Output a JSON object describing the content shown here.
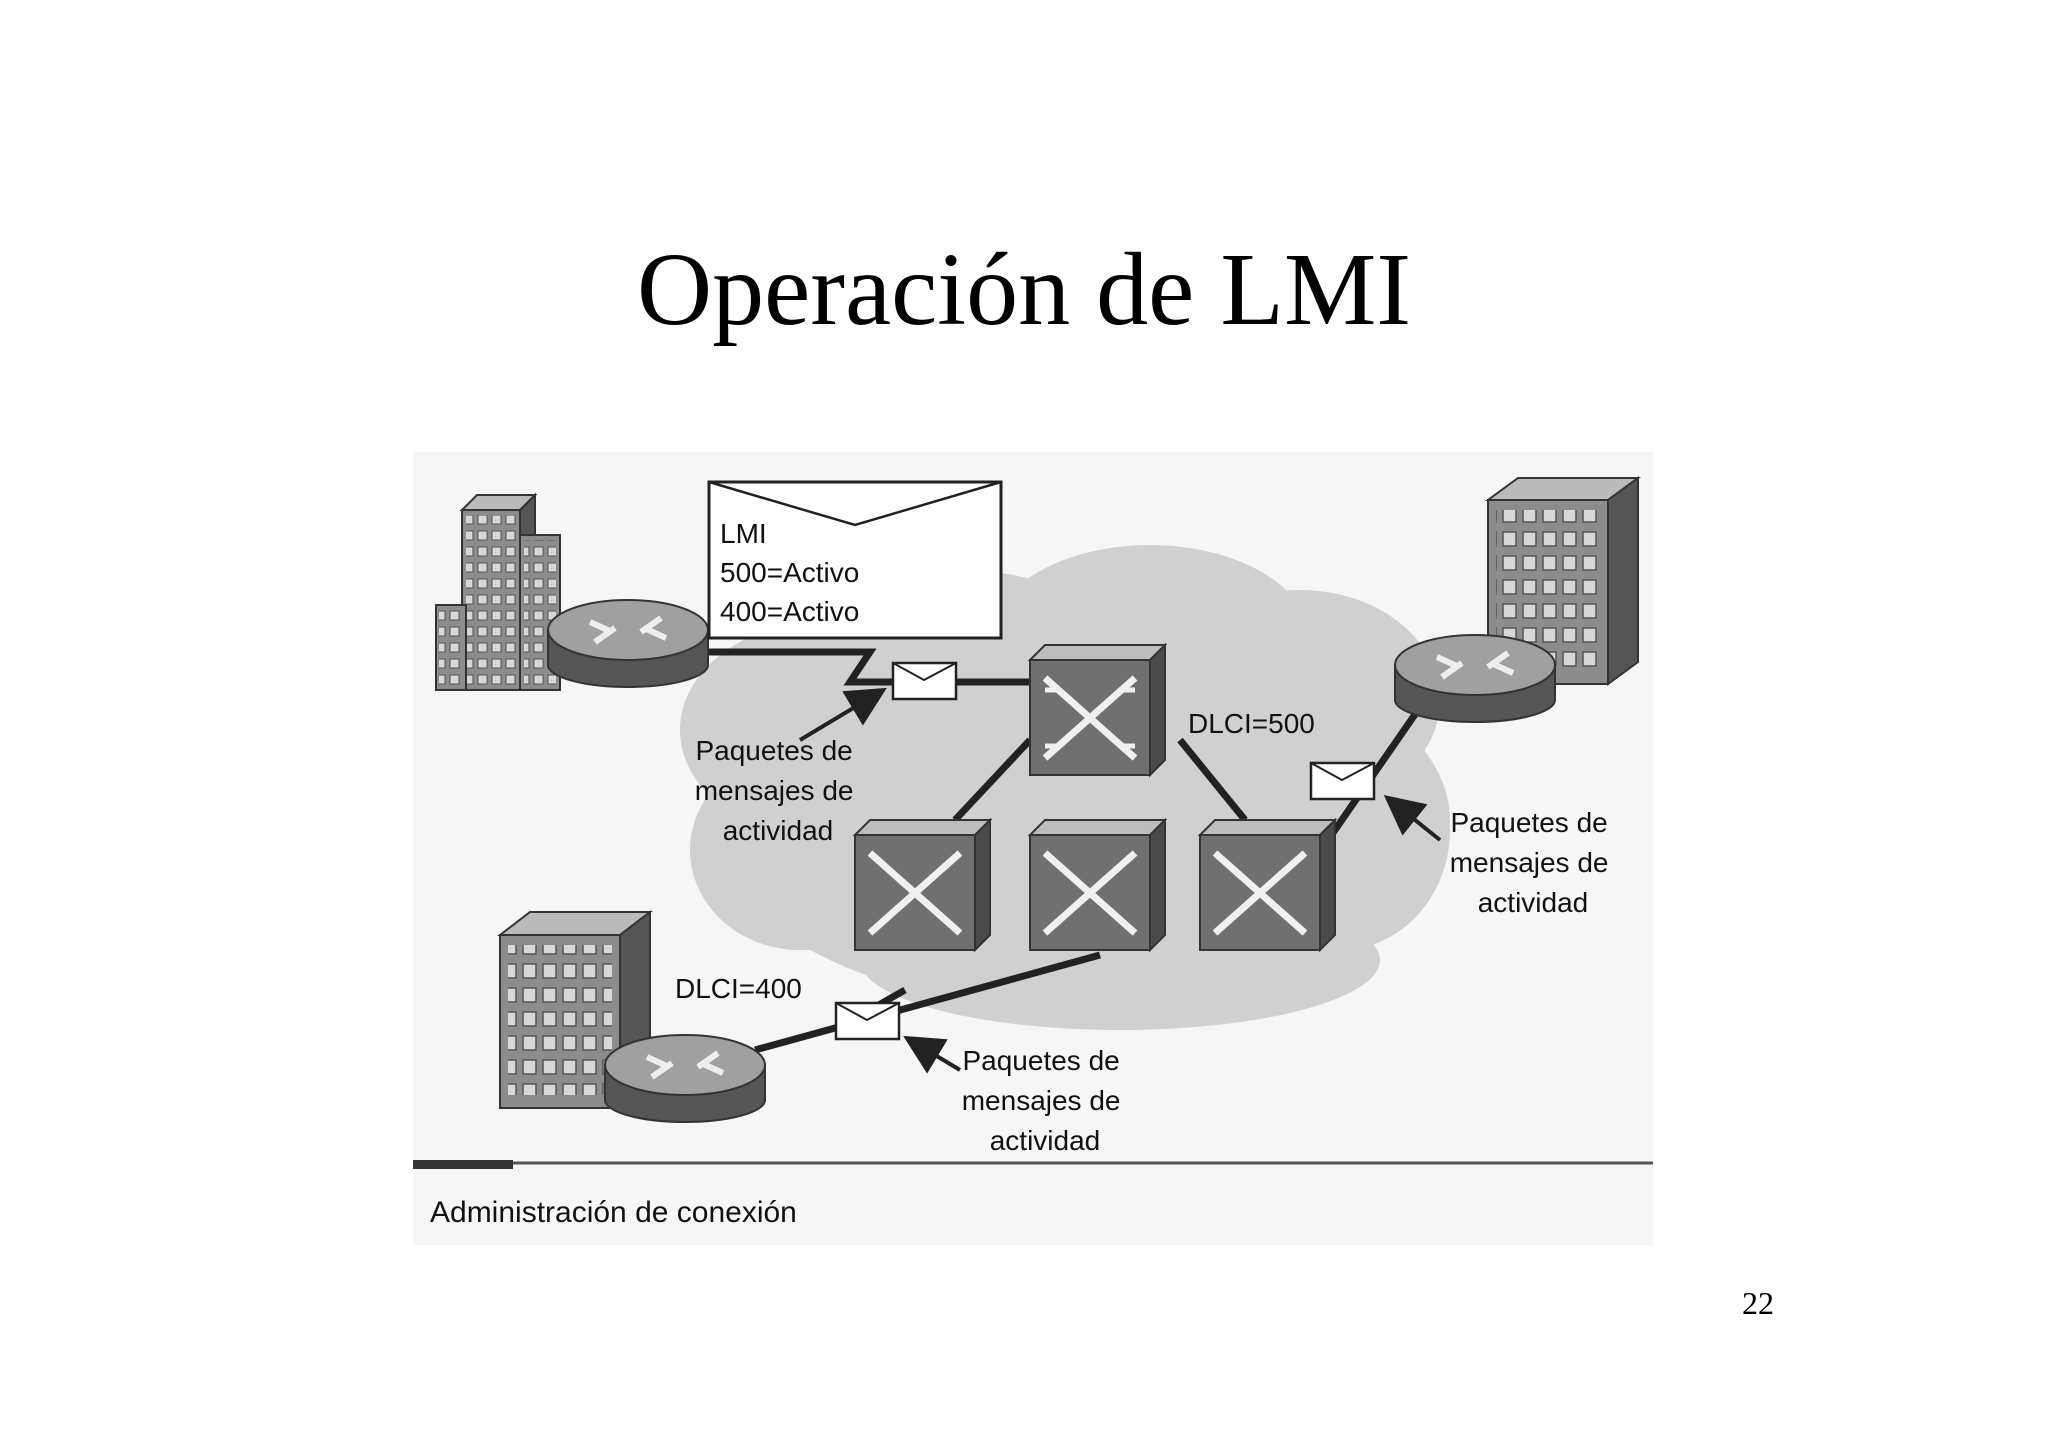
{
  "title": "Operación de LMI",
  "page_number": "22",
  "diagram": {
    "lmi_message": {
      "line1": "LMI",
      "line2": "500=Activo",
      "line3": "400=Activo"
    },
    "dlci_right": "DLCI=500",
    "dlci_left": "DLCI=400",
    "keepalive_label_top": [
      "Paquetes de",
      "mensajes de",
      "actividad"
    ],
    "keepalive_label_right": [
      "Paquetes de",
      "mensajes de",
      "actividad"
    ],
    "keepalive_label_bottom": [
      "Paquetes de",
      "mensajes de",
      "actividad"
    ],
    "caption": "Administración de conexión"
  },
  "colors": {
    "background": "#ffffff",
    "panel": "#f4f4f4",
    "cloud": "#cfcfcf",
    "switch": "#6e6e6e",
    "building": "#8c8c8c",
    "router": "#9a9a9a",
    "line": "#222222"
  }
}
